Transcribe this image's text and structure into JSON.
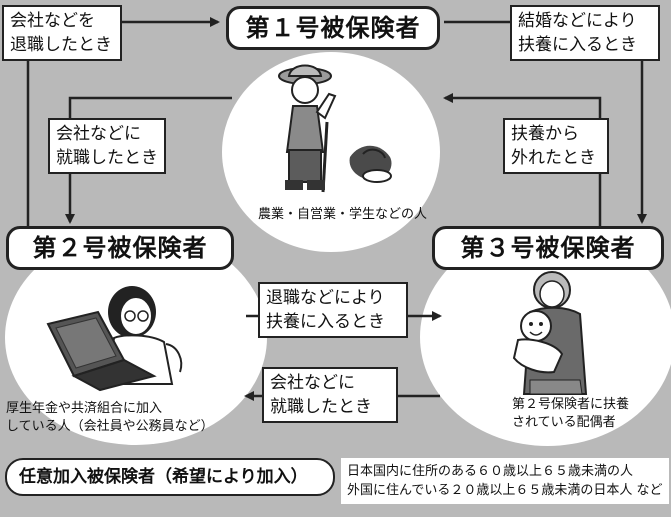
{
  "categories": {
    "first": "第１号被保険者",
    "second": "第２号被保険者",
    "third": "第３号被保険者"
  },
  "captions": {
    "first": "農業・自営業・学生などの人",
    "second": [
      "厚生年金や共済組合に加入",
      "している人（会社員や公務員など）"
    ],
    "third": [
      "第２号保険者に扶養",
      "されている配偶者"
    ]
  },
  "transitions": {
    "retire": [
      "会社などを",
      "退職したとき"
    ],
    "marry": [
      "結婚などにより",
      "扶養に入るとき"
    ],
    "employed_from_first": [
      "会社などに",
      "就職したとき"
    ],
    "leave_dependency": [
      "扶養から",
      "外れたとき"
    ],
    "retire_to_dependent": [
      "退職などにより",
      "扶養に入るとき"
    ],
    "employed_from_third": [
      "会社などに",
      "就職したとき"
    ]
  },
  "voluntary": {
    "label": "任意加入被保険者（希望により加入）",
    "notes": [
      "日本国内に住所のある６０歳以上６５歳未満の人",
      "外国に住んでいる２０歳以上６５歳未満の日本人 など"
    ]
  },
  "colors": {
    "background": "#b9b9b9",
    "line": "#222222",
    "fill": "#ffffff"
  },
  "icons": [
    "farmer-icon",
    "office-worker-icon",
    "mother-with-baby-icon"
  ]
}
